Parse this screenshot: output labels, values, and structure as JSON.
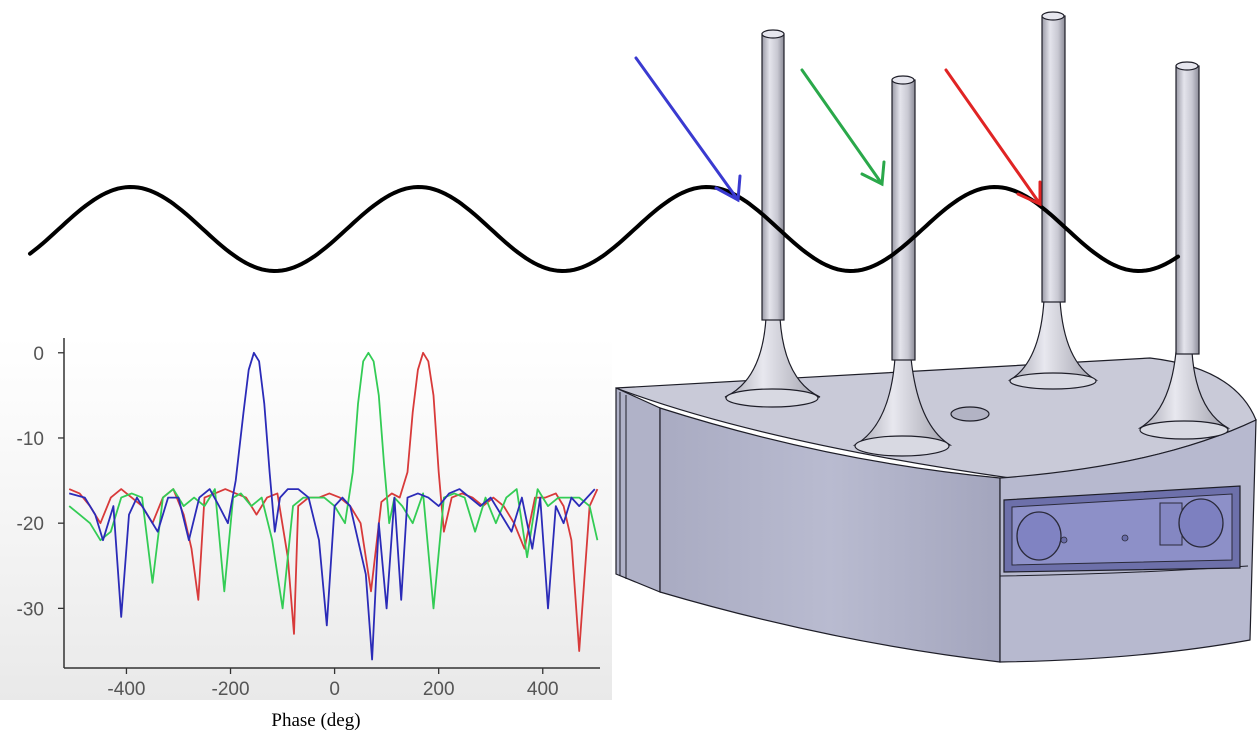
{
  "colors": {
    "wave": "#000000",
    "arrow_blue": "#3a3ad0",
    "arrow_green": "#2aa84a",
    "arrow_red": "#e02424",
    "series_blue": "#2b2bb8",
    "series_green": "#33cc55",
    "series_red": "#d83a3a",
    "housing_top": "#c9cad8",
    "housing_side": "#b5b7cc",
    "antenna": "#d4d5df",
    "panel": "#8d90c8"
  },
  "chart_data": {
    "type": "line",
    "xlabel": "Phase (deg)",
    "ylabel": "",
    "xlim": [
      -520,
      510
    ],
    "ylim": [
      -37,
      1.5
    ],
    "xticks": [
      -400,
      -200,
      0,
      200,
      400
    ],
    "xtick_labels": [
      "-400",
      "-200",
      "0",
      "200",
      "400"
    ],
    "yticks": [
      0,
      -10,
      -20,
      -30
    ],
    "ytick_labels": [
      "0",
      "-10",
      "-20",
      "-30"
    ],
    "series": [
      {
        "color": "blue",
        "x": [
          -510,
          -480,
          -460,
          -445,
          -425,
          -410,
          -395,
          -380,
          -360,
          -340,
          -320,
          -300,
          -280,
          -260,
          -240,
          -222,
          -205,
          -190,
          -175,
          -165,
          -155,
          -145,
          -135,
          -125,
          -115,
          -105,
          -90,
          -70,
          -50,
          -30,
          -15,
          0,
          15,
          30,
          45,
          60,
          72,
          85,
          100,
          115,
          128,
          140,
          160,
          180,
          200,
          220,
          240,
          260,
          280,
          300,
          320,
          340,
          360,
          380,
          395,
          410,
          425,
          440,
          455,
          470,
          485,
          500
        ],
        "y": [
          -16.5,
          -17,
          -19,
          -22,
          -18,
          -31,
          -19,
          -17,
          -19,
          -21,
          -17,
          -17,
          -22,
          -17,
          -16,
          -18,
          -20,
          -15,
          -7,
          -2,
          0,
          -1,
          -6,
          -14,
          -21,
          -17,
          -16,
          -16,
          -17,
          -22,
          -32,
          -18,
          -17,
          -18,
          -22,
          -26,
          -36,
          -20,
          -30,
          -17,
          -29,
          -17,
          -16.5,
          -17,
          -18,
          -16.5,
          -16,
          -17,
          -18,
          -17,
          -19,
          -21,
          -17,
          -23,
          -17,
          -30,
          -18,
          -20,
          -17,
          -18,
          -17,
          -16
        ]
      },
      {
        "color": "green",
        "x": [
          -510,
          -490,
          -470,
          -450,
          -430,
          -410,
          -390,
          -370,
          -350,
          -330,
          -310,
          -290,
          -270,
          -250,
          -230,
          -212,
          -195,
          -180,
          -160,
          -140,
          -120,
          -100,
          -80,
          -60,
          -40,
          -20,
          0,
          20,
          35,
          45,
          55,
          65,
          75,
          85,
          95,
          105,
          115,
          130,
          150,
          170,
          190,
          210,
          230,
          250,
          270,
          290,
          310,
          330,
          350,
          370,
          390,
          410,
          430,
          450,
          470,
          490,
          505
        ],
        "y": [
          -18,
          -19,
          -20,
          -22,
          -21,
          -17,
          -16.5,
          -17,
          -27,
          -17,
          -16,
          -18,
          -17,
          -18,
          -16,
          -28,
          -17,
          -16.5,
          -18,
          -17,
          -22,
          -30,
          -18,
          -17,
          -17,
          -17,
          -18,
          -20,
          -14,
          -6,
          -1,
          0,
          -1,
          -5,
          -13,
          -20,
          -17,
          -18,
          -20,
          -16.5,
          -30,
          -17,
          -16.5,
          -17,
          -21,
          -17,
          -20,
          -17,
          -16,
          -24,
          -16,
          -18,
          -17,
          -17,
          -17,
          -18,
          -22
        ]
      },
      {
        "color": "red",
        "x": [
          -510,
          -490,
          -470,
          -450,
          -430,
          -410,
          -390,
          -370,
          -350,
          -330,
          -310,
          -290,
          -275,
          -262,
          -250,
          -230,
          -210,
          -190,
          -170,
          -150,
          -130,
          -110,
          -90,
          -78,
          -70,
          -50,
          -30,
          -10,
          10,
          30,
          50,
          70,
          90,
          110,
          125,
          140,
          150,
          160,
          170,
          180,
          190,
          200,
          210,
          225,
          245,
          265,
          285,
          305,
          325,
          345,
          365,
          385,
          405,
          425,
          440,
          455,
          470,
          490,
          505
        ],
        "y": [
          -16,
          -16.5,
          -18,
          -20,
          -17,
          -16,
          -17,
          -18,
          -20,
          -17,
          -16,
          -19,
          -23,
          -29,
          -17,
          -16.5,
          -16,
          -16.5,
          -17,
          -19,
          -17,
          -16.5,
          -24,
          -33,
          -18,
          -17,
          -17,
          -16.5,
          -17,
          -18,
          -20,
          -28,
          -17.5,
          -16.5,
          -17,
          -14,
          -7,
          -2,
          0,
          -1,
          -5,
          -14,
          -21,
          -17,
          -16.5,
          -17,
          -18,
          -17,
          -18,
          -20,
          -23,
          -17,
          -17,
          -16.5,
          -18,
          -22,
          -35,
          -18,
          -16
        ]
      }
    ]
  }
}
